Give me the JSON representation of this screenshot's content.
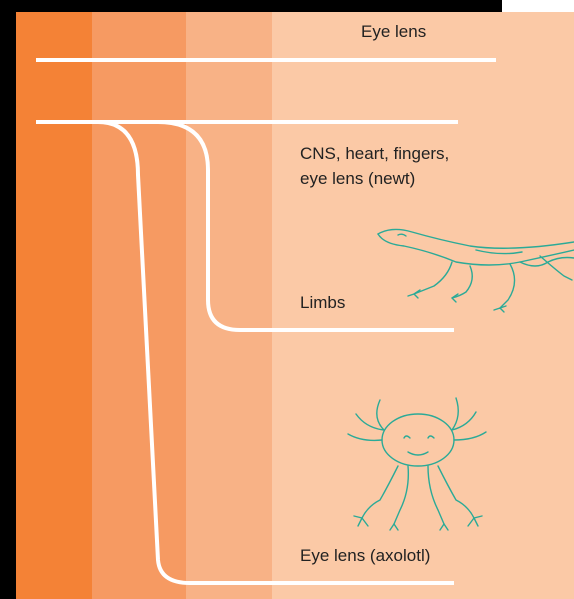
{
  "labels": {
    "eye_lens": "Eye lens",
    "cns_line1": "CNS, heart, fingers,",
    "cns_line2": "eye lens (newt)",
    "limbs": "Limbs",
    "axolotl": "Eye lens (axolotl)"
  },
  "colors": {
    "band_dark": "#F48236",
    "band_mid": "#F69A62",
    "band_light": "#F8B286",
    "band_pale": "#FBC9A6",
    "line": "#FFFFFF",
    "illustration": "#2BAA97"
  },
  "icons": [
    "lizard-icon",
    "axolotl-icon"
  ]
}
